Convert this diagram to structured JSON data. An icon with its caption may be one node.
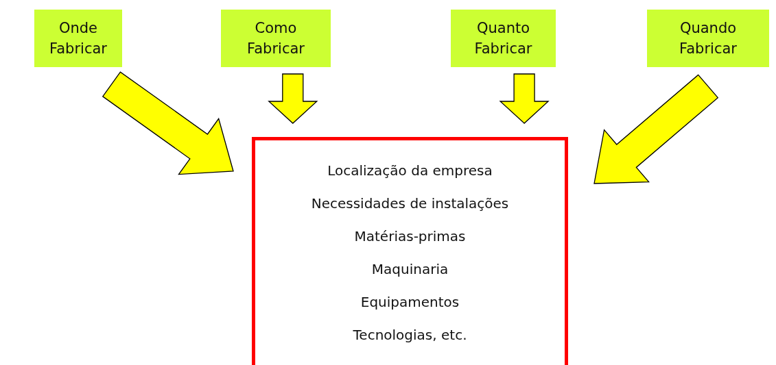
{
  "diagram": {
    "nodes": [
      {
        "text": [
          "Onde Fabricar"
        ]
      },
      {
        "text": [
          "Como Fabricar"
        ]
      },
      {
        "text": [
          "Quanto Fabricar"
        ]
      },
      {
        "text": [
          "Quando Fabricar"
        ]
      },
      {
        "text": [
          "Localização da empresa",
          "Necessidades de instalações",
          "Matérias-primas",
          "Maquinaria",
          "Equipamentos",
          "Tecnologias, etc."
        ]
      }
    ],
    "edges": [
      {
        "from": 0,
        "to": 4,
        "arrow": "to"
      },
      {
        "from": 1,
        "to": 4,
        "arrow": "to"
      },
      {
        "from": 2,
        "to": 4,
        "arrow": "to"
      },
      {
        "from": 3,
        "to": 4,
        "arrow": "to"
      }
    ]
  }
}
